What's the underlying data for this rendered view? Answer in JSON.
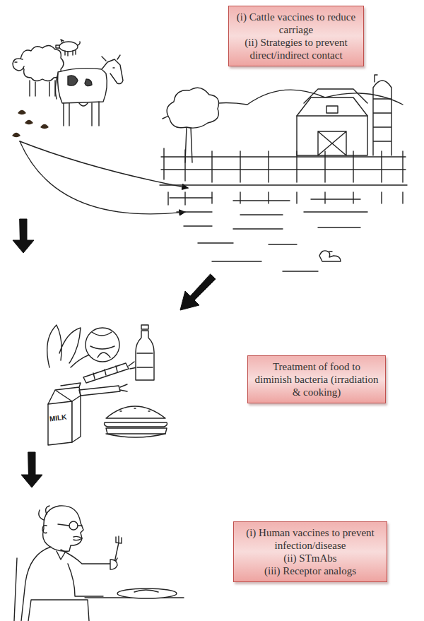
{
  "diagram": {
    "nodes": [
      {
        "text": [
          "(i) Cattle vaccines to reduce carriage",
          "(ii) Strategies to prevent direct/indirect contact"
        ]
      },
      {
        "text": [
          "Treatment of food to diminish bacteria (irradiation & cooking)"
        ]
      },
      {
        "text": [
          "(i) Human vaccines to prevent infection/disease",
          "(ii) STmAbs",
          "(iii) Receptor analogs"
        ]
      }
    ],
    "labels": [
      "MILK"
    ]
  }
}
